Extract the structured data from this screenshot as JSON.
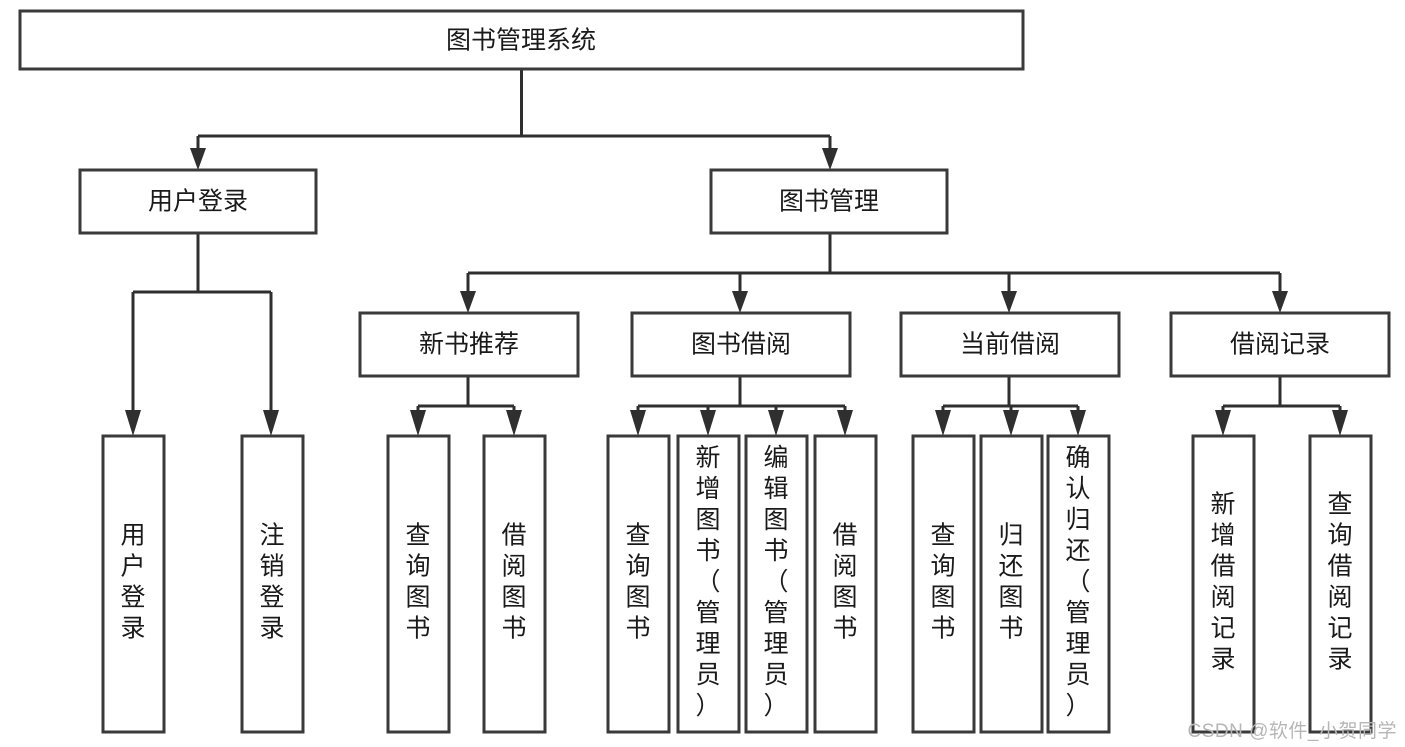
{
  "diagram": {
    "type": "tree-hierarchy",
    "title": "图书管理系统",
    "watermark": "CSDN @软件_小贺同学",
    "levels": [
      {
        "level": 1,
        "nodes": [
          {
            "id": "root",
            "label": "图书管理系统",
            "orientation": "horizontal"
          }
        ]
      },
      {
        "level": 2,
        "nodes": [
          {
            "id": "login",
            "label": "用户登录",
            "orientation": "horizontal",
            "parent": "root"
          },
          {
            "id": "bookmgmt",
            "label": "图书管理",
            "orientation": "horizontal",
            "parent": "root"
          }
        ]
      },
      {
        "level": 3,
        "nodes": [
          {
            "id": "newbook",
            "label": "新书推荐",
            "orientation": "horizontal",
            "parent": "bookmgmt"
          },
          {
            "id": "borrow",
            "label": "图书借阅",
            "orientation": "horizontal",
            "parent": "bookmgmt"
          },
          {
            "id": "current",
            "label": "当前借阅",
            "orientation": "horizontal",
            "parent": "bookmgmt"
          },
          {
            "id": "records",
            "label": "借阅记录",
            "orientation": "horizontal",
            "parent": "bookmgmt"
          }
        ]
      },
      {
        "level": 4,
        "nodes": [
          {
            "id": "leaf-1",
            "label": "用户登录",
            "orientation": "vertical",
            "parent": "login"
          },
          {
            "id": "leaf-2",
            "label": "注销登录",
            "orientation": "vertical",
            "parent": "login"
          },
          {
            "id": "leaf-3",
            "label": "查询图书",
            "orientation": "vertical",
            "parent": "newbook"
          },
          {
            "id": "leaf-4",
            "label": "借阅图书",
            "orientation": "vertical",
            "parent": "newbook"
          },
          {
            "id": "leaf-5",
            "label": "查询图书",
            "orientation": "vertical",
            "parent": "borrow"
          },
          {
            "id": "leaf-6",
            "label": "新增图书（管理员）",
            "orientation": "vertical",
            "parent": "borrow"
          },
          {
            "id": "leaf-7",
            "label": "编辑图书（管理员）",
            "orientation": "vertical",
            "parent": "borrow"
          },
          {
            "id": "leaf-8",
            "label": "借阅图书",
            "orientation": "vertical",
            "parent": "borrow"
          },
          {
            "id": "leaf-9",
            "label": "查询图书",
            "orientation": "vertical",
            "parent": "current"
          },
          {
            "id": "leaf-10",
            "label": "归还图书",
            "orientation": "vertical",
            "parent": "current"
          },
          {
            "id": "leaf-11",
            "label": "确认归还（管理员）",
            "orientation": "vertical",
            "parent": "current"
          },
          {
            "id": "leaf-12",
            "label": "新增借阅记录",
            "orientation": "vertical",
            "parent": "records"
          },
          {
            "id": "leaf-13",
            "label": "查询借阅记录",
            "orientation": "vertical",
            "parent": "records"
          }
        ]
      }
    ]
  },
  "colors": {
    "box_stroke": "#3a3a3a",
    "connector": "#2f2f2f",
    "text": "#1a1a1a",
    "background": "#ffffff",
    "watermark": "#b6b6b6"
  }
}
